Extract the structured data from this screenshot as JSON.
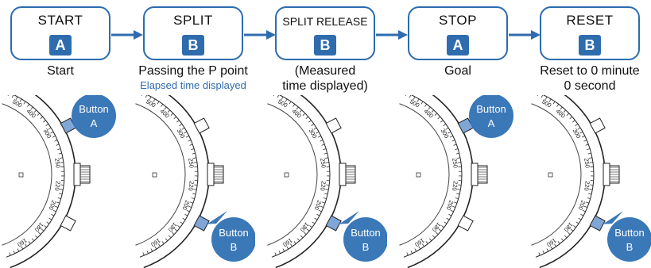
{
  "steps": [
    {
      "label": "START",
      "button": "A",
      "caption": "Start",
      "caption_line2": "",
      "caption_sub": ""
    },
    {
      "label": "SPLIT",
      "button": "B",
      "caption": "Passing the P point",
      "caption_line2": "",
      "caption_sub": "Elapsed time displayed"
    },
    {
      "label": "SPLIT RELEASE",
      "button": "B",
      "caption": "(Measured",
      "caption_line2": "time displayed)",
      "caption_sub": ""
    },
    {
      "label": "STOP",
      "button": "A",
      "caption": "Goal",
      "caption_line2": "",
      "caption_sub": ""
    },
    {
      "label": "RESET",
      "button": "B",
      "caption": "Reset to 0 minute",
      "caption_line2": "0 second",
      "caption_sub": ""
    }
  ],
  "callouts": [
    {
      "word": "Button",
      "letter": "A",
      "position": "upper"
    },
    {
      "word": "Button",
      "letter": "B",
      "position": "lower"
    },
    {
      "word": "Button",
      "letter": "B",
      "position": "lower"
    },
    {
      "word": "Button",
      "letter": "A",
      "position": "upper"
    },
    {
      "word": "Button",
      "letter": "B",
      "position": "lower"
    }
  ],
  "bezel_ticks": [
    "500",
    "400",
    "300",
    "250",
    "220",
    "200",
    "180",
    "160"
  ],
  "colors": {
    "accent": "#2f6cae",
    "box_border": "#2b6cb0",
    "callout": "#3a78b8",
    "highlight": "#7fa6d6"
  }
}
